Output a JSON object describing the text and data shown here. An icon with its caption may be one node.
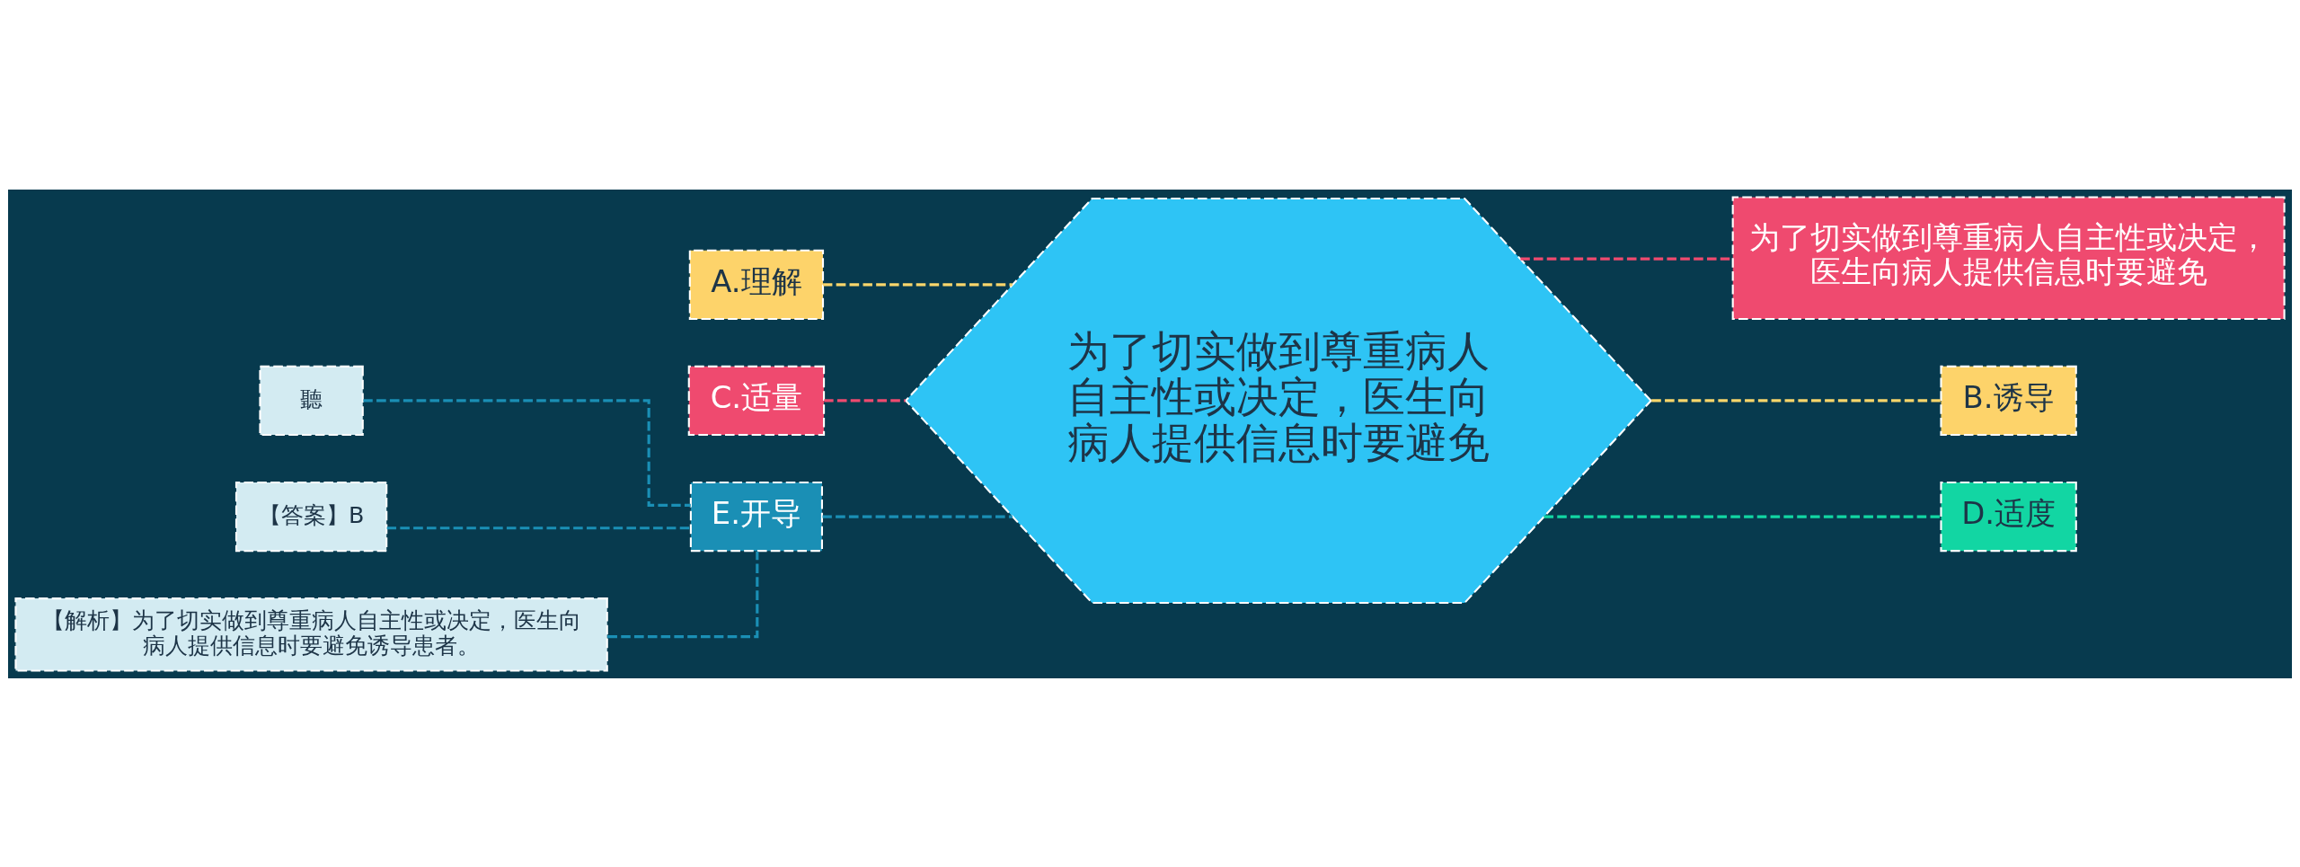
{
  "diagram": {
    "nodes": [
      {
        "text": [
          "为了切实做到尊重病人自主性或决定，医生向病人提供信息时要避免"
        ]
      },
      {
        "text": [
          "为了切实做到尊重病人自主性或决定，医生向病人提供信息时要避免"
        ]
      },
      {
        "text": [
          "B.诱导"
        ]
      },
      {
        "text": [
          "D.适度"
        ]
      },
      {
        "text": [
          "A.理解"
        ]
      },
      {
        "text": [
          "C.适量"
        ]
      },
      {
        "text": [
          "E.开导"
        ]
      },
      {
        "text": [
          "聽"
        ]
      },
      {
        "text": [
          "【答案】B"
        ]
      },
      {
        "text": [
          "【解析】为了切实做到尊重病人自主性或决定，医生向病人提供信息时要避免诱导患者。"
        ]
      }
    ],
    "edges": [
      {
        "from": 4,
        "to": 0,
        "arrow": "none",
        "style": "dashed",
        "color": "#f9d66b"
      },
      {
        "from": 5,
        "to": 0,
        "arrow": "none",
        "style": "dashed",
        "color": "#ef4a6f"
      },
      {
        "from": 6,
        "to": 0,
        "arrow": "none",
        "style": "dashed",
        "color": "#1a8fb5"
      },
      {
        "from": 0,
        "to": 1,
        "arrow": "none",
        "style": "dashed",
        "color": "#ef4a6f"
      },
      {
        "from": 0,
        "to": 2,
        "arrow": "none",
        "style": "dashed",
        "color": "#f9d66b"
      },
      {
        "from": 0,
        "to": 3,
        "arrow": "none",
        "style": "dashed",
        "color": "#12d6a3"
      },
      {
        "from": 7,
        "to": 6,
        "arrow": "none",
        "style": "dashed",
        "color": "#1a8fb5"
      },
      {
        "from": 8,
        "to": 6,
        "arrow": "none",
        "style": "dashed",
        "color": "#1a8fb5"
      },
      {
        "from": 9,
        "to": 6,
        "arrow": "none",
        "style": "dashed",
        "color": "#1a8fb5"
      }
    ]
  }
}
